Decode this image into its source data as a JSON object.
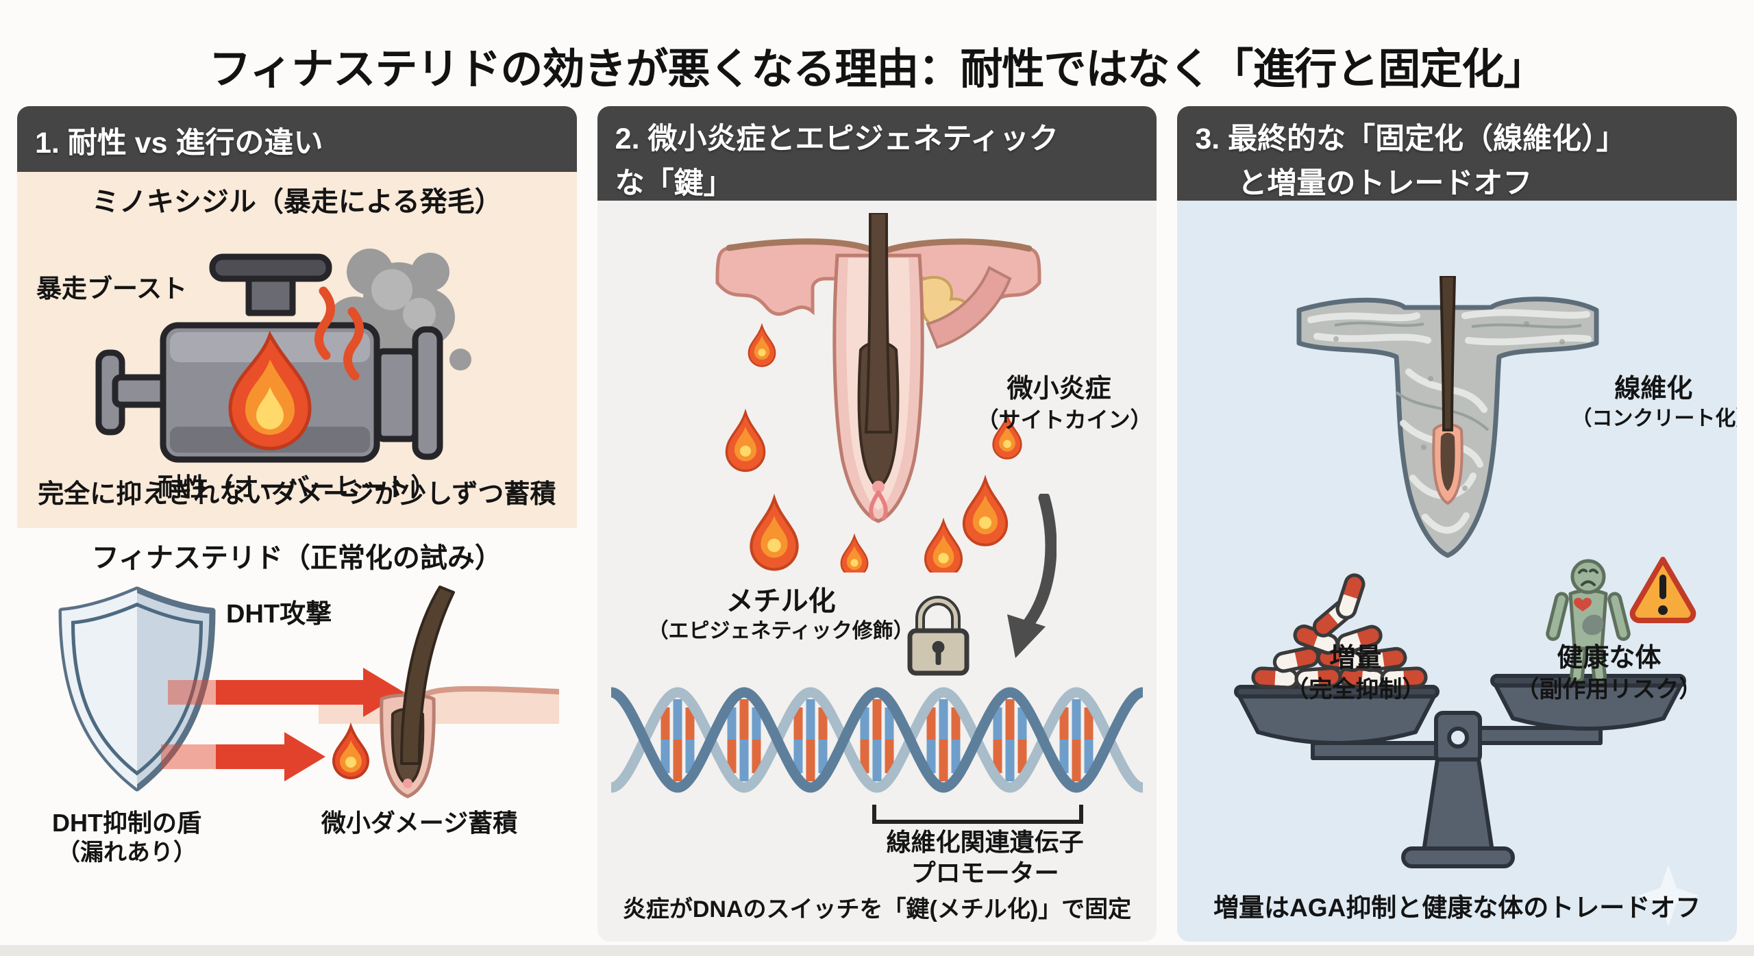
{
  "title": "フィナステリドの効きが悪くなる理由：耐性ではなく「進行と固定化」",
  "colors": {
    "header_bg": "#454545",
    "header_text": "#ffffff",
    "panel1_top_bg": "#faeada",
    "panel1_bottom_bg": "#e3efe9",
    "panel2_bg": "#f2f1ef",
    "panel3_bg": "#dfeaf3",
    "arrow_red": "#e2422b",
    "flame_red": "#e94f28",
    "flame_orange": "#f7932f",
    "flame_yellow": "#ffd96a",
    "engine_gray": "#8e8e96",
    "shield_blue": "#c9d6e2",
    "skin_pink": "#efb6b0",
    "hair_brown": "#5a4536",
    "dna_strand_blue": "#5e7f9b",
    "dna_base_orange": "#df6a3e",
    "dna_base_blue": "#6f9ecb",
    "lock_beige": "#cfc6b2",
    "fibrosis_gray": "#bcbfbc",
    "scale_gray": "#57616d",
    "pill_red": "#cd4a33",
    "human_green": "#9db59b",
    "warning_orange": "#f6ab3c"
  },
  "panel1": {
    "header": "1. 耐性 vs 進行の違い",
    "minoxidil_heading": "ミノキシジル（暴走による発毛）",
    "boost_label": "暴走ブースト",
    "overheat_caption": "耐性（オーバーヒート）",
    "finasteride_heading": "フィナステリド（正常化の試み）",
    "dht_attack_label": "DHT攻撃",
    "shield_label_line1": "DHT抑制の盾",
    "shield_label_line2": "（漏れあり）",
    "damage_label": "微小ダメージ蓄積",
    "footer": "完全に抑えきれないダメージが少しずつ蓄積"
  },
  "panel2": {
    "header_line1": "2. 微小炎症とエピジェネティック",
    "header_line2": "な「鍵」",
    "inflammation_line1": "微小炎症",
    "inflammation_line2": "（サイトカイン）",
    "methylation_line1": "メチル化",
    "methylation_line2": "（エピジェネティック修飾）",
    "gene_line1": "線維化関連遺伝子",
    "gene_line2": "プロモーター",
    "footer": "炎症がDNAのスイッチを「鍵(メチル化)」で固定"
  },
  "panel3": {
    "header_line1": "3. 最終的な「固定化（線維化）」",
    "header_line2": "と増量のトレードオフ",
    "fibrosis_line1": "線維化",
    "fibrosis_line2": "（コンクリート化）",
    "dose_line1": "増量",
    "dose_line2": "（完全抑制）",
    "health_line1": "健康な体",
    "health_line2": "（副作用リスク）",
    "footer": "増量はAGA抑制と健康な体のトレードオフ"
  }
}
